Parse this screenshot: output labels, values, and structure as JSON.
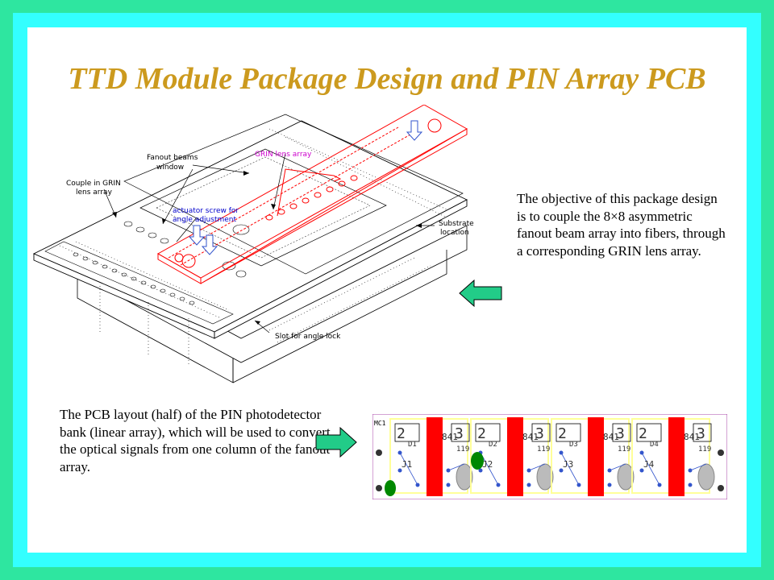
{
  "slide": {
    "title": "TTD Module Package Design and PIN Array PCB",
    "right_text": "The objective of this package design is to couple the 8×8 asymmetric fanout beam array into fibers, through a corresponding GRIN lens array.",
    "left_text": "The PCB layout (half) of the PIN photodetector bank (linear array), which will be used to convert the optical signals from one column of the fanout array."
  },
  "diagram": {
    "labels": {
      "fanout_line1": "Fanout beams",
      "fanout_line2": "window",
      "grin": "GRIN lens array",
      "couple_line1": "Couple in GRIN",
      "couple_line2": "lens array",
      "actuator_line1": "actuator screw for",
      "actuator_line2": "angle adjustment",
      "substrate_line1": "Substrate",
      "substrate_line2": "location",
      "slot": "Slot for angle lock"
    }
  },
  "pcb": {
    "corner": "MC1",
    "cells": [
      {
        "left": "2",
        "right": "3",
        "chip": "841",
        "right_code": "119",
        "diode": "D1",
        "pin": "J1"
      },
      {
        "left": "2",
        "right": "3",
        "chip": "841",
        "right_code": "119",
        "diode": "D2",
        "pin": "J2"
      },
      {
        "left": "2",
        "right": "3",
        "chip": "841",
        "right_code": "119",
        "diode": "D3",
        "pin": "J3"
      },
      {
        "left": "2",
        "right": "3",
        "chip": "841",
        "right_code": "119",
        "diode": "D4",
        "pin": "J4"
      }
    ]
  },
  "colors": {
    "outer": "#2ee6a0",
    "frame": "#33ffff",
    "title": "#cc9a1e",
    "arrow": "#22cc88",
    "pcb_red": "#ff0000",
    "pcb_trace": "#ffff99",
    "pcb_pad": "#008800"
  },
  "icons": [
    "left-arrow-icon",
    "right-arrow-icon",
    "blue-down-arrow-icon"
  ]
}
